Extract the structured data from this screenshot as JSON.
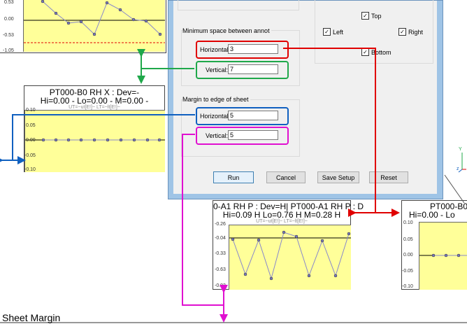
{
  "colors": {
    "red": "#e00000",
    "green": "#1fa84a",
    "blue": "#1060c0",
    "magenta": "#e010d0",
    "plot_bg": "#ffff99"
  },
  "cards": {
    "top_left": {
      "ticks": [
        "0.53",
        "0.00",
        "-0.53",
        "-1.05"
      ]
    },
    "b0": {
      "title": "PT000-B0 RH X : Dev=-",
      "subtitle": "Hi=0.00 - Lo=0.00 - M=0.00 -",
      "limits": "UT=~ut[E!]~ LT=~lt[E!]~",
      "ticks": [
        "0.10",
        "0.05",
        "0.00",
        "-0.05",
        "-0.10"
      ]
    },
    "a1": {
      "title": "0-A1 RH P : Dev=H|  PT000-A1 RH P : D",
      "subtitle": "Hi=0.09 H Lo=0.76 H M=0.28 H",
      "limits": "UT=~ut[E!]~ LT=~lt[E!]~",
      "ticks": [
        "-0.26",
        "-0.04",
        "-0.33",
        "-0.63",
        "-0.93"
      ]
    },
    "right": {
      "title": "PT000-B0",
      "subtitle": "Hi=0.00 - Lo",
      "ticks": [
        "0.10",
        "0.05",
        "0.00",
        "-0.05",
        "-0.10"
      ]
    }
  },
  "dialog": {
    "annot_group": "Minimum space between annot",
    "margin_group": "Margin to edge of sheet",
    "horizontal_label": "Horizontal:",
    "vertical_label": "Vertical:",
    "annot_horizontal": "3",
    "annot_vertical": "7",
    "margin_horizontal": "5",
    "margin_vertical": "5",
    "checks": {
      "top": "Top",
      "left": "Left",
      "right": "Right",
      "bottom": "Bottom"
    },
    "buttons": {
      "run": "Run",
      "cancel": "Cancel",
      "save": "Save Setup",
      "reset": "Reset"
    }
  },
  "axis": {
    "y": "Y",
    "z": "z"
  },
  "footer": "Sheet Margin"
}
